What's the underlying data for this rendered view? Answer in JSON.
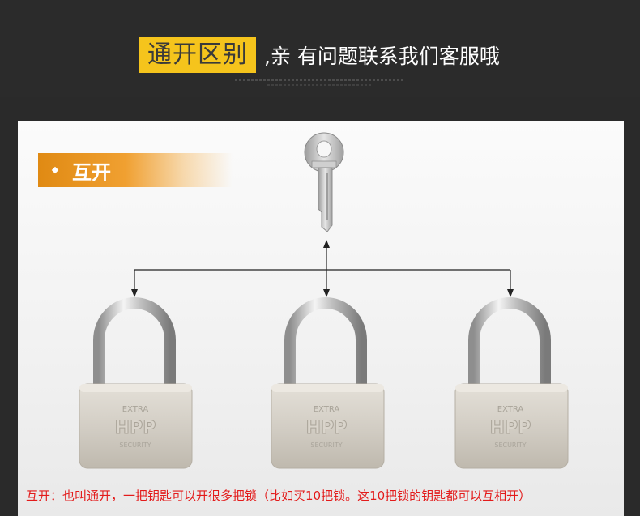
{
  "header": {
    "highlight": "通开区别",
    "rest": ",亲 有问题联系我们客服哦"
  },
  "section": {
    "title": "互开"
  },
  "locks": [
    {
      "brand": "HPP",
      "top_text": "EXTRA",
      "bottom_text": "SECURITY"
    },
    {
      "brand": "HPP",
      "top_text": "EXTRA",
      "bottom_text": "SECURITY"
    },
    {
      "brand": "HPP",
      "top_text": "EXTRA",
      "bottom_text": "SECURITY"
    }
  ],
  "caption": "互开：也叫通开，一把钥匙可以开很多把锁（比如买10把锁。这10把锁的钥匙都可以互相开）",
  "colors": {
    "header_bg": "#2b2b2b",
    "highlight_bg": "#f5c41c",
    "badge_orange": "#e08a13",
    "caption_red": "#e31b1b"
  }
}
